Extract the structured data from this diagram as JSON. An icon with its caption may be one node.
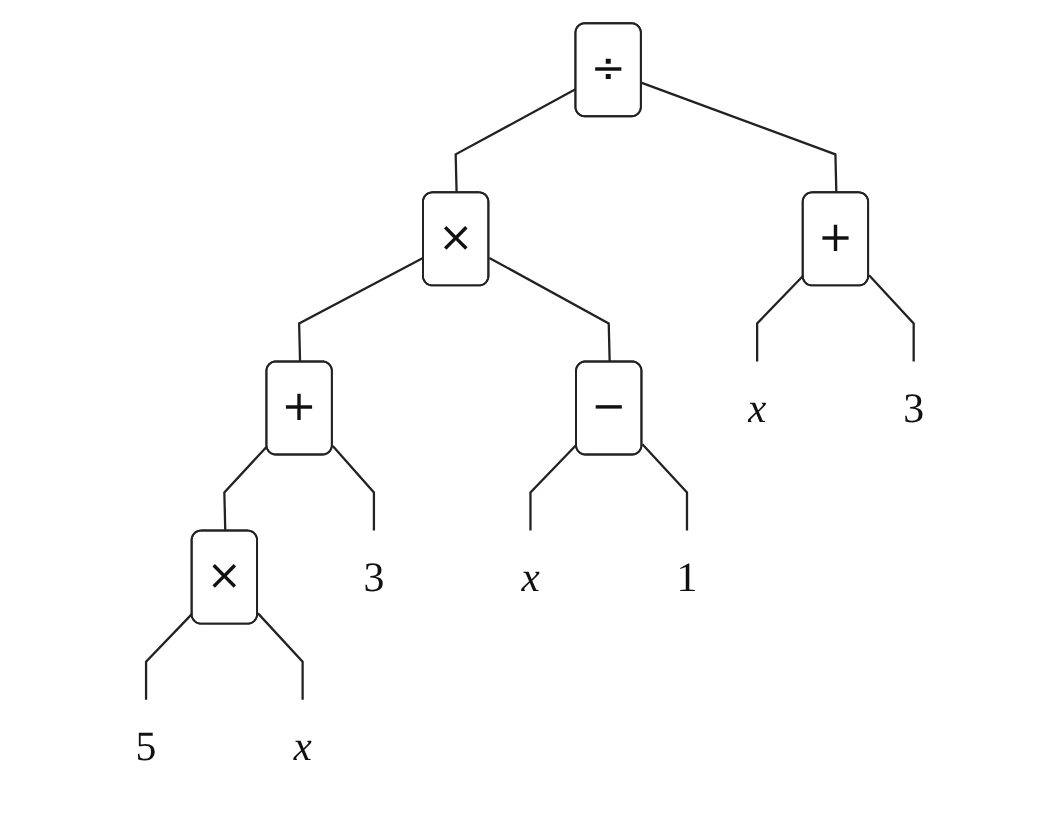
{
  "diagram": {
    "nodes": [
      {
        "text": [
          "÷"
        ]
      },
      {
        "text": [
          "×"
        ]
      },
      {
        "text": [
          "+"
        ]
      },
      {
        "text": [
          "+"
        ]
      },
      {
        "text": [
          "−"
        ]
      },
      {
        "text": [
          "x"
        ]
      },
      {
        "text": [
          "3"
        ]
      },
      {
        "text": [
          "×"
        ]
      },
      {
        "text": [
          "3"
        ]
      },
      {
        "text": [
          "x"
        ]
      },
      {
        "text": [
          "1"
        ]
      },
      {
        "text": [
          "5"
        ]
      },
      {
        "text": [
          "x"
        ]
      }
    ],
    "edges": [
      {
        "from": 0,
        "to": 1,
        "arrow": "none"
      },
      {
        "from": 0,
        "to": 2,
        "arrow": "none"
      },
      {
        "from": 1,
        "to": 3,
        "arrow": "none"
      },
      {
        "from": 1,
        "to": 4,
        "arrow": "none"
      },
      {
        "from": 2,
        "to": 5,
        "arrow": "none"
      },
      {
        "from": 2,
        "to": 6,
        "arrow": "none"
      },
      {
        "from": 3,
        "to": 7,
        "arrow": "none"
      },
      {
        "from": 3,
        "to": 8,
        "arrow": "none"
      },
      {
        "from": 4,
        "to": 9,
        "arrow": "none"
      },
      {
        "from": 4,
        "to": 10,
        "arrow": "none"
      },
      {
        "from": 7,
        "to": 11,
        "arrow": "none"
      },
      {
        "from": 7,
        "to": 12,
        "arrow": "none"
      }
    ]
  }
}
